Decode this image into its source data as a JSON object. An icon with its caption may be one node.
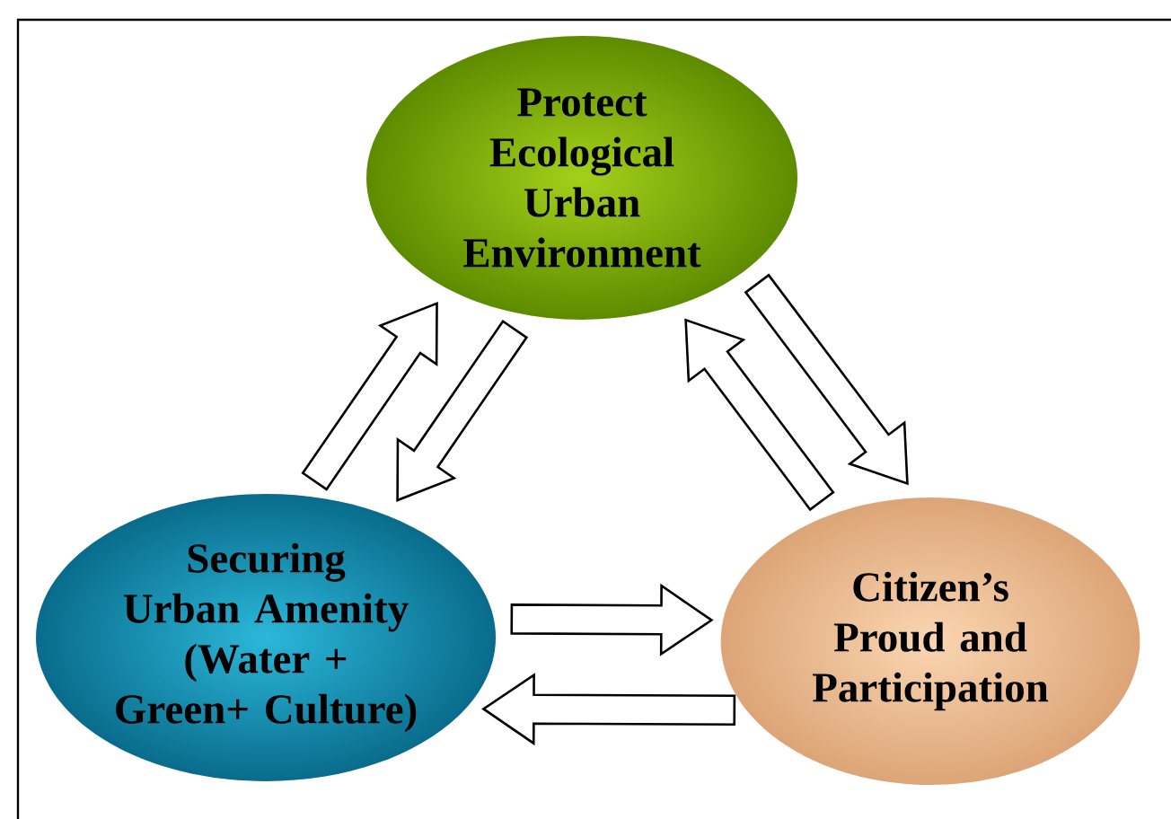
{
  "diagram": {
    "nodes": [
      {
        "text": [
          "Protect Ecological Urban Environment"
        ]
      },
      {
        "text": [
          "Securing Urban Amenity",
          "(Water + Green+ Culture)"
        ]
      },
      {
        "text": [
          "Citizen’s Proud and Participation"
        ]
      }
    ],
    "edges": [
      {
        "from": 1,
        "to": 0,
        "arrow": "to"
      },
      {
        "from": 0,
        "to": 1,
        "arrow": "to"
      },
      {
        "from": 0,
        "to": 2,
        "arrow": "to"
      },
      {
        "from": 2,
        "to": 0,
        "arrow": "to"
      },
      {
        "from": 1,
        "to": 2,
        "arrow": "to"
      },
      {
        "from": 2,
        "to": 1,
        "arrow": "to"
      }
    ]
  }
}
